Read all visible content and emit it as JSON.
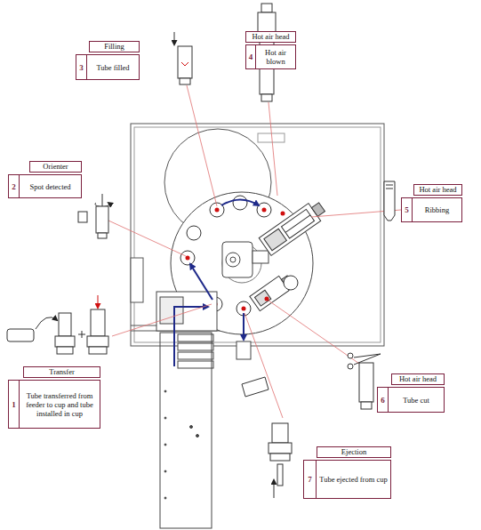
{
  "diagram": {
    "nodes": [
      {
        "text": [
          "Filling",
          "3",
          "Tube filled"
        ]
      },
      {
        "text": [
          "Hot air head",
          "4",
          "Hot air blown"
        ]
      },
      {
        "text": [
          "Orienter",
          "2",
          "Spot detected"
        ]
      },
      {
        "text": [
          "Hot air head",
          "5",
          "Ribbing"
        ]
      },
      {
        "text": [
          "Transfer",
          "1",
          "Tube transferred from feeder to cup and tube installed in cup"
        ]
      },
      {
        "text": [
          "Hot air head",
          "6",
          "Tube cut"
        ]
      },
      {
        "text": [
          "Ejection",
          "7",
          "Tube ejected from cup"
        ]
      }
    ]
  }
}
